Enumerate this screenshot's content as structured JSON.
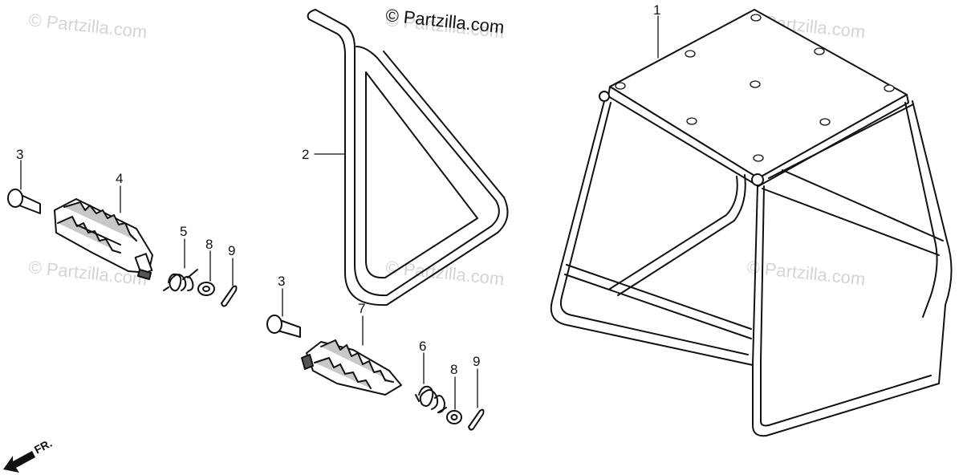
{
  "copyright": "© Partzilla.com",
  "watermarks": [
    "© Partzilla.com",
    "© Partzilla.com",
    "© Partzilla.com",
    "© Partzilla.com",
    "© Partzilla.com",
    "© Partzilla.com"
  ],
  "direction_label": "FR.",
  "callouts": [
    {
      "id": "stand",
      "label": "1"
    },
    {
      "id": "side-stand",
      "label": "2"
    },
    {
      "id": "pin-left",
      "label": "3"
    },
    {
      "id": "pin-right",
      "label": "3"
    },
    {
      "id": "footpeg-left",
      "label": "4"
    },
    {
      "id": "spring-left",
      "label": "5"
    },
    {
      "id": "spring-right",
      "label": "6"
    },
    {
      "id": "footpeg-right",
      "label": "7"
    },
    {
      "id": "washer-left",
      "label": "8"
    },
    {
      "id": "washer-right",
      "label": "8"
    },
    {
      "id": "cotter-left",
      "label": "9"
    },
    {
      "id": "cotter-right",
      "label": "9"
    }
  ],
  "colors": {
    "line": "#111111",
    "watermark": "#d4d4d4",
    "background": "#ffffff"
  }
}
